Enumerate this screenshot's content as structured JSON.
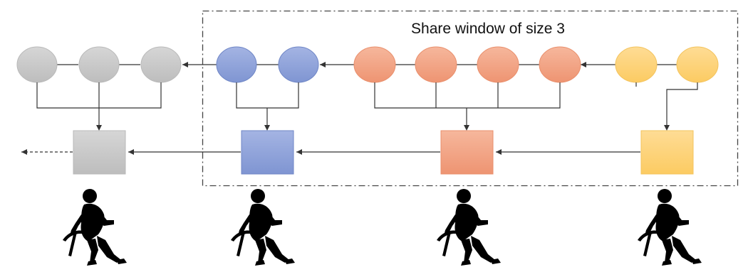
{
  "window": {
    "label": "Share window of size 3"
  },
  "groups": [
    {
      "name": "gray",
      "node_count": 3,
      "fill": "#c8c8c8",
      "stroke": "#b9b9b9",
      "in_window": false
    },
    {
      "name": "blue",
      "node_count": 2,
      "fill": "#8ea2d9",
      "stroke": "#6f86c6",
      "in_window": true
    },
    {
      "name": "orange",
      "node_count": 4,
      "fill": "#f2a282",
      "stroke": "#e98f6c",
      "in_window": true
    },
    {
      "name": "yellow",
      "node_count": 2,
      "fill": "#fdd27a",
      "stroke": "#f3c35d",
      "in_window": true
    }
  ],
  "miners": {
    "count": 4,
    "icon": "miner-with-pickaxe-icon"
  },
  "colors": {
    "line": "#333333",
    "window_border": "#444444"
  }
}
